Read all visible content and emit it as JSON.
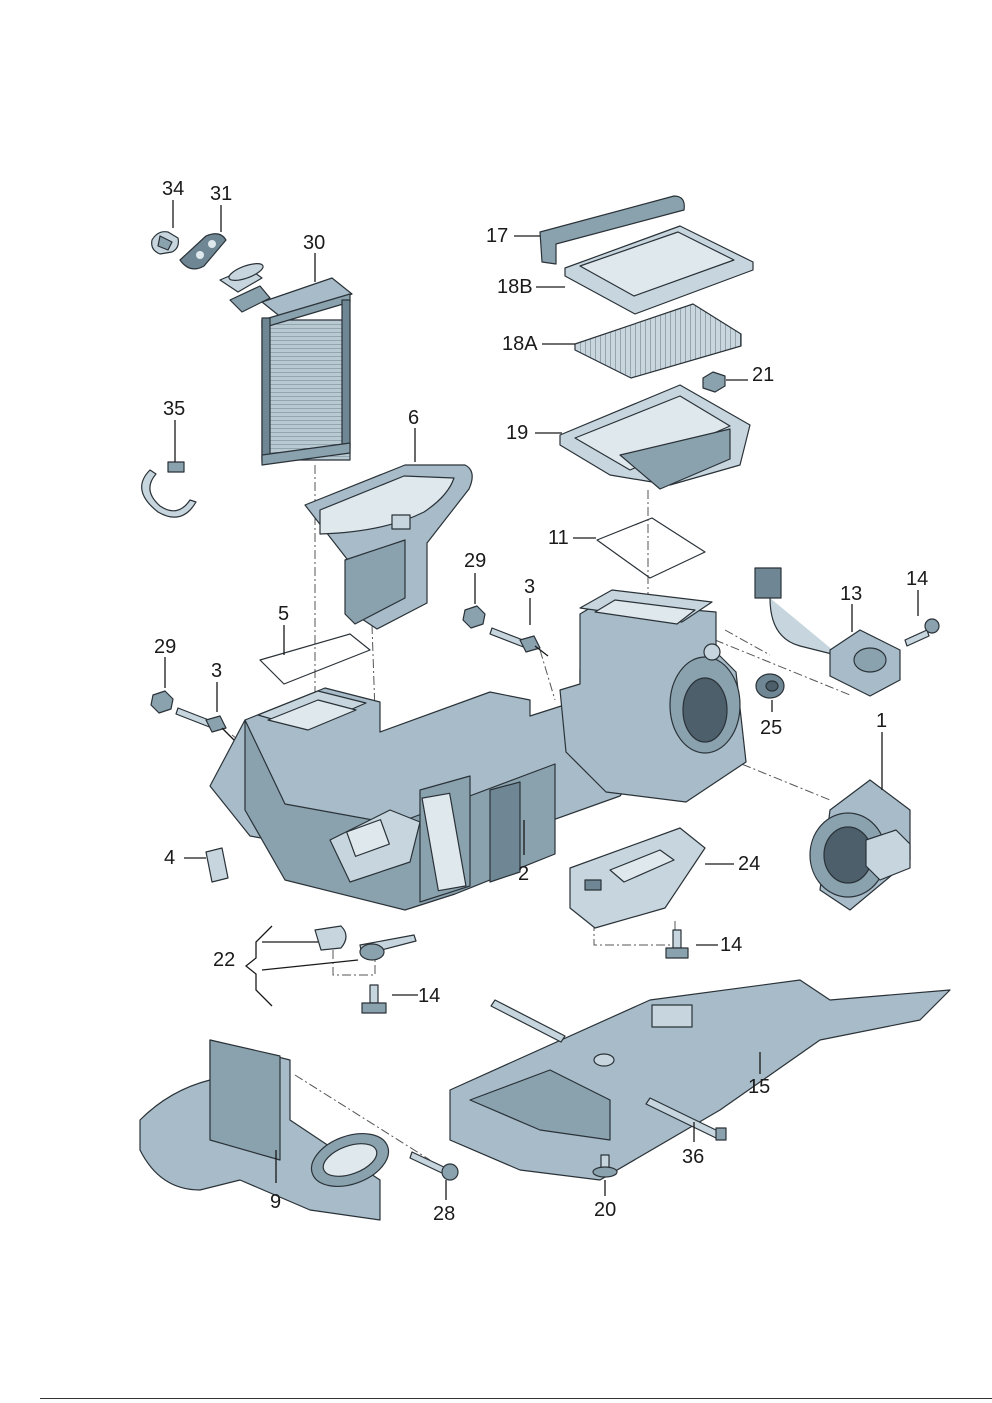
{
  "callouts": {
    "c34": "34",
    "c31": "31",
    "c30": "30",
    "c35": "35",
    "c6": "6",
    "c5": "5",
    "c29a": "29",
    "c3a": "3",
    "c29b": "29",
    "c3b": "3",
    "c4": "4",
    "c2": "2",
    "c22": "22",
    "c14a": "14",
    "c9": "9",
    "c28": "28",
    "c17": "17",
    "c18B": "18B",
    "c18A": "18A",
    "c21": "21",
    "c19": "19",
    "c11": "11",
    "c13": "13",
    "c14b": "14",
    "c25": "25",
    "c1": "1",
    "c24": "24",
    "c14c": "14",
    "c15": "15",
    "c36": "36",
    "c20": "20"
  }
}
